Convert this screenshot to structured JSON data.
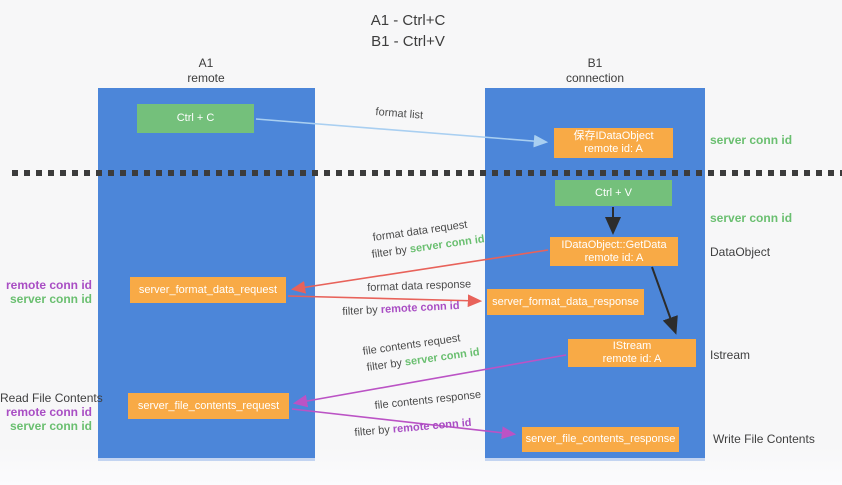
{
  "title": {
    "line1": "A1 - Ctrl+C",
    "line2": "B1 - Ctrl+V"
  },
  "lanes": {
    "left": {
      "header_top": "A1",
      "header_bottom": "remote"
    },
    "right": {
      "header_top": "B1",
      "header_bottom": "connection"
    }
  },
  "nodes": {
    "ctrl_c": {
      "label": "Ctrl + C"
    },
    "ctrl_v": {
      "label": "Ctrl + V"
    },
    "save_dataobject": {
      "line1": "保存IDataObject",
      "line2": "remote id: A"
    },
    "getdata": {
      "line1": "IDataObject::GetData",
      "line2": "remote id: A"
    },
    "istream": {
      "line1": "IStream",
      "line2": "remote id: A"
    },
    "server_format_data_request": {
      "label": "server_format_data_request"
    },
    "server_format_data_response": {
      "label": "server_format_data_response"
    },
    "server_file_contents_request": {
      "label": "server_file_contents_request"
    },
    "server_file_contents_response": {
      "label": "server_file_contents_response"
    }
  },
  "flow_labels": {
    "format_list": "format list",
    "format_data_request": "format data request",
    "format_data_response": "format data response",
    "file_contents_request": "file contents request",
    "file_contents_response": "file contents response",
    "filter_by": "filter by",
    "server_conn_id": "server conn id",
    "remote_conn_id": "remote conn id"
  },
  "side_labels": {
    "right_server_conn_id_1": "server conn id",
    "right_server_conn_id_2": "server conn id",
    "right_dataobject": "DataObject",
    "right_istream": "Istream",
    "right_write_file_contents": "Write File Contents",
    "left_remote_conn_id_1": "remote conn id",
    "left_server_conn_id_1": "server conn id",
    "left_read_file_contents": "Read File Contents",
    "left_remote_conn_id_2": "remote conn id",
    "left_server_conn_id_2": "server conn id"
  },
  "colors": {
    "lane_blue": "#4c86d9",
    "box_green": "#74c07b",
    "box_orange": "#f8aa46",
    "arrow_light_blue": "#a9cff1",
    "arrow_red": "#e8625a",
    "arrow_purple": "#bb53c5",
    "arrow_black": "#2c2c2c",
    "text_green": "#6abf70",
    "text_purple": "#a94ec4",
    "text_dark": "#3f3f3f"
  }
}
